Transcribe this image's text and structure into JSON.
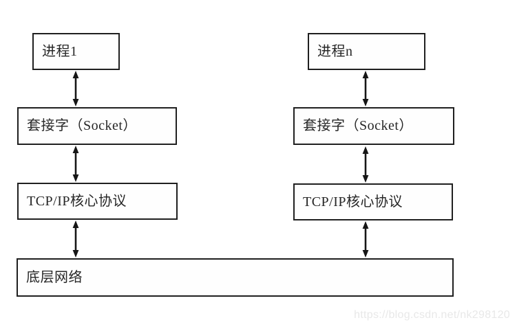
{
  "diagram": {
    "columns": [
      {
        "process": "进程1",
        "socket": "套接字（Socket）",
        "protocol": "TCP/IP核心协议"
      },
      {
        "process": "进程n",
        "socket": "套接字（Socket）",
        "protocol": "TCP/IP核心协议"
      }
    ],
    "bottom": {
      "label": "底层网络"
    },
    "watermark": "https://blog.csdn.net/nk298120",
    "colors": {
      "border": "#1f1f1f",
      "background": "#ffffff",
      "arrow": "#161616",
      "watermark_text": "#e8e8e8"
    }
  }
}
